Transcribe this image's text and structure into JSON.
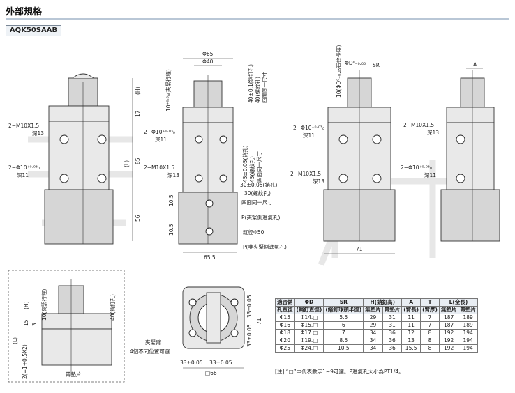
{
  "header": {
    "title": "外部規格",
    "model": "AQK50SAAB"
  },
  "labels": {
    "m10_left": "2−M10X1.5",
    "m10_left_depth": "深13",
    "phi10_left": "2−Φ10⁺⁰·⁰³₀",
    "phi10_left_depth": "深11",
    "phi65": "Φ65",
    "phi40": "Φ40",
    "clamp_travel": "10⁺⁰·⁵₀(夾緊行程)",
    "pin_hole": "40±0.1(銷釘孔)",
    "thread_hole": "40(螺紋孔)",
    "same_four": "四面同一尺寸",
    "dim_h": "(H)",
    "dim_17": "17",
    "dim_l": "(L)",
    "dim_85": "85",
    "dim_56": "56",
    "dim_10_5a": "10.5",
    "dim_10_5b": "10.5",
    "phi10_mid": "2−Φ10⁺⁰·⁰³₀",
    "phi10_mid_depth": "深11",
    "m10_mid": "2−M10X1.5",
    "m10_mid_depth": "深13",
    "pin_45": "45±0.05(銷孔)",
    "thread_45": "45(螺紋孔)",
    "same_four_b": "四面同一尺寸",
    "pin_30": "30±0.05(銷孔)",
    "thread_30": "30(螺紋孔)",
    "same_four_c": "四面同一尺寸",
    "p_clamp": "P(夾緊側進氣孔)",
    "bore": "缸徑Φ50",
    "p_unclamp": "P(非夾緊側進氣孔)",
    "dim_65_5": "65.5",
    "phi_d": "ΦD⁰₋₀.₀₅",
    "sr": "SR",
    "effective_len": "10(ΦD⁰₋₀.₀₅有效長度)",
    "phi10_r": "2−Φ10⁺⁰·⁰³₀",
    "phi10_r_depth": "深11",
    "m10_r": "2−M10X1.5",
    "m10_r_depth": "深13",
    "dim_71": "71",
    "a": "A",
    "m10_rr": "2−M10X1.5",
    "m10_rr_depth": "深13",
    "phi10_rr": "2−Φ10⁺⁰·⁰³₀",
    "phi10_rr_depth": "深11",
    "det_h": "(H)",
    "det_clamp": "10(夾緊行程)",
    "det_pin": "40(銷釘孔)",
    "det_15": "15",
    "det_3": "3",
    "det_l": "(L)",
    "det_formula": "2(=1+0.5X2)",
    "det_pad": "帶墊片",
    "bot_33_1": "33±0.05",
    "bot_33_2": "33±0.05",
    "bot_33_3": "33±0.05",
    "bot_33_4": "33±0.05",
    "bot_71": "71",
    "bot_66": "□66",
    "clamp_arm": "夾緊臂",
    "four_pos": "4個不同位置可選"
  },
  "table": {
    "headers": [
      [
        "適合銷",
        "ΦD",
        "SR",
        "H(銷釘高)",
        "A",
        "T",
        "L(全長)"
      ],
      [
        "孔直徑",
        "(銷釘直徑)",
        "(銷釘球頭半徑)",
        "無墊片",
        "帶墊片",
        "(臂長)",
        "(臂厚)",
        "無墊片",
        "帶墊片"
      ]
    ],
    "rows": [
      [
        "Φ15",
        "Φ14.□",
        "5.5",
        "29",
        "31",
        "11",
        "7",
        "187",
        "189"
      ],
      [
        "Φ16",
        "Φ15.□",
        "6",
        "29",
        "31",
        "11",
        "7",
        "187",
        "189"
      ],
      [
        "Φ18",
        "Φ17.□",
        "7",
        "34",
        "36",
        "12",
        "8",
        "192",
        "194"
      ],
      [
        "Φ20",
        "Φ19.□",
        "8.5",
        "34",
        "36",
        "13",
        "8",
        "192",
        "194"
      ],
      [
        "Φ25",
        "Φ24.□",
        "10.5",
        "34",
        "36",
        "15.5",
        "8",
        "192",
        "194"
      ]
    ]
  },
  "note": "[注] “□”中代表數字1~9可選。P進氣孔大小為PT1/4。"
}
